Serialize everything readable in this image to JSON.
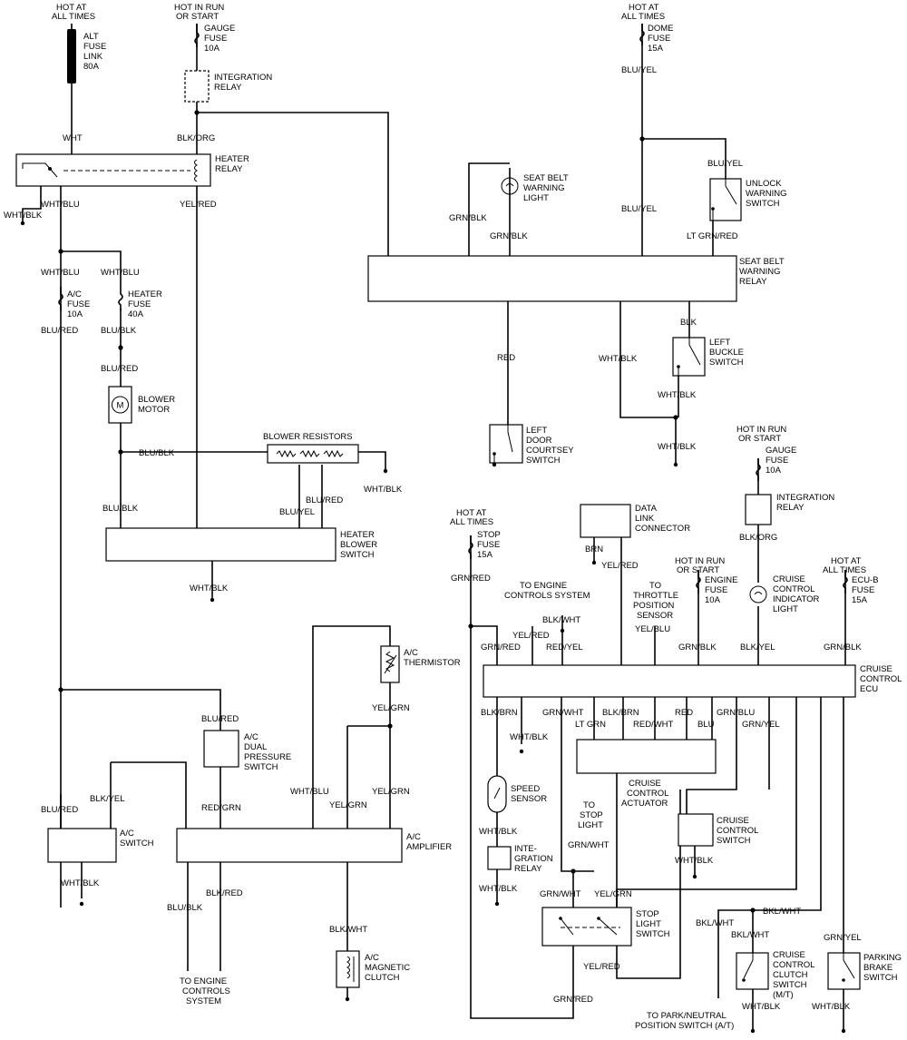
{
  "labels": {
    "hot_all_times_1": [
      "HOT AT",
      "ALL TIMES"
    ],
    "alt_fuse": [
      "ALT",
      "FUSE",
      "LINK",
      "80A"
    ],
    "hot_run_start_1": [
      "HOT IN RUN",
      "OR START"
    ],
    "gauge_fuse_1": [
      "GAUGE",
      "FUSE",
      "10A"
    ],
    "integration_relay_1": [
      "INTEGRATION",
      "RELAY"
    ],
    "hot_all_times_2": [
      "HOT AT",
      "ALL TIMES"
    ],
    "dome_fuse": [
      "DOME",
      "FUSE",
      "15A"
    ],
    "blu_yel_1": "BLU/YEL",
    "wht_1": "WHT",
    "blk_org_1": "BLK/ORG",
    "heater_relay": [
      "HEATER",
      "RELAY"
    ],
    "wht_blk_relay": "WHT/BLK",
    "wht_blu_1": "WHT/BLU",
    "yel_red_1": "YEL/RED",
    "seat_belt_light": [
      "SEAT BELT",
      "WARNING",
      "LIGHT"
    ],
    "grn_blk_1": "GRN/BLK",
    "grn_blk_2": "GRN/BLK",
    "blu_yel_2": "BLU/YEL",
    "blu_yel_3": "BLU/YEL",
    "unlock_switch": [
      "UNLOCK",
      "WARNING",
      "SWITCH"
    ],
    "lt_grn_red": "LT GRN/RED",
    "seat_belt_relay": [
      "SEAT BELT",
      "WARNING",
      "RELAY"
    ],
    "wht_blu_2": "WHT/BLU",
    "wht_blu_3": "WHT/BLU",
    "ac_fuse": [
      "A/C",
      "FUSE",
      "10A"
    ],
    "heater_fuse": [
      "HEATER",
      "FUSE",
      "40A"
    ],
    "blu_red_1": "BLU/RED",
    "blu_blk_1": "BLU/BLK",
    "blu_red_2": "BLU/RED",
    "blower_motor": [
      "BLOWER",
      "MOTOR"
    ],
    "blk_1": "BLK",
    "left_buckle": [
      "LEFT",
      "BUCKLE",
      "SWITCH"
    ],
    "red_1": "RED",
    "wht_blk_1": "WHT/BLK",
    "wht_blk_2": "WHT/BLK",
    "wht_blk_3": "WHT/BLK",
    "left_door": [
      "LEFT",
      "DOOR",
      "COURTSEY",
      "SWITCH"
    ],
    "blower_resistors": "BLOWER RESISTORS",
    "blu_blk_2": "BLU/BLK",
    "wht_blk_4": "WHT/BLK",
    "blu_red_3": "BLU/RED",
    "blu_yel_4": "BLU/YEL",
    "blu_blk_3": "BLU/BLK",
    "heater_blower_switch": [
      "HEATER",
      "BLOWER",
      "SWITCH"
    ],
    "wht_blk_5": "WHT/BLK",
    "hot_run_start_2": [
      "HOT IN RUN",
      "OR START"
    ],
    "gauge_fuse_2": [
      "GAUGE",
      "FUSE",
      "10A"
    ],
    "integration_relay_2": [
      "INTEGRATION",
      "RELAY"
    ],
    "blk_org_2": "BLK/ORG",
    "data_link": [
      "DATA",
      "LINK",
      "CONNECTOR"
    ],
    "hot_all_times_3": [
      "HOT AT",
      "ALL TIMES"
    ],
    "stop_fuse": [
      "STOP",
      "FUSE",
      "15A"
    ],
    "brn": "BRN",
    "yel_red_2": "YEL/RED",
    "grn_red_1": "GRN/RED",
    "to_engine_1": [
      "TO ENGINE",
      "CONTROLS SYSTEM"
    ],
    "to_throttle": [
      "TO",
      "THROTTLE",
      "POSITION",
      "SENSOR"
    ],
    "hot_run_start_3": [
      "HOT IN RUN",
      "OR START"
    ],
    "engine_fuse": [
      "ENGINE",
      "FUSE",
      "10A"
    ],
    "cruise_indicator": [
      "CRUISE",
      "CONTROL",
      "INDICATOR",
      "LIGHT"
    ],
    "hot_all_times_4": [
      "HOT AT",
      "ALL TIMES"
    ],
    "ecu_b_fuse": [
      "ECU-B",
      "FUSE",
      "15A"
    ],
    "blk_wht_1": "BLK/WHT",
    "yel_red_3": "YEL/RED",
    "red_yel": "RED/YEL",
    "yel_blu": "YEL/BLU",
    "grn_red_2": "GRN/RED",
    "grn_blk_3": "GRN/BLK",
    "blk_yel_1": "BLK/YEL",
    "grn_blk_4": "GRN/BLK",
    "cruise_ecu": [
      "CRUISE",
      "CONTROL",
      "ECU"
    ],
    "ac_thermistor": [
      "A/C",
      "THERMISTOR"
    ],
    "blu_red_4": "BLU/RED",
    "yel_grn_1": "YEL/GRN",
    "ac_dual": [
      "A/C",
      "DUAL",
      "PRESSURE",
      "SWITCH"
    ],
    "blk_brn_1": "BLK/BRN",
    "grn_wht_1": "GRN/WHT",
    "lt_grn": "LT GRN",
    "blk_brn_2": "BLK/BRN",
    "red_wht": "RED/WHT",
    "red_2": "RED",
    "blu": "BLU",
    "grn_blu": "GRN/BLU",
    "grn_yel_1": "GRN/YEL",
    "wht_blk_6": "WHT/BLK",
    "speed_sensor": [
      "SPEED",
      "SENSOR"
    ],
    "cruise_actuator": [
      "CRUISE",
      "CONTROL",
      "ACTUATOR"
    ],
    "to_stop_light": [
      "TO",
      "STOP",
      "LIGHT"
    ],
    "cruise_switch": [
      "CRUISE",
      "CONTROL",
      "SWITCH"
    ],
    "blk_yel_2": "BLK/YEL",
    "wht_blu_4": "WHT/BLU",
    "yel_grn_2": "YEL/GRN",
    "red_grn": "RED/GRN",
    "yel_grn_3": "YEL/GRN",
    "blu_red_5": "BLU/RED",
    "ac_switch": [
      "A/C",
      "SWITCH"
    ],
    "ac_amplifier": [
      "A/C",
      "AMPLIFIER"
    ],
    "wht_blk_7": "WHT/BLK",
    "grn_wht_2": "GRN/WHT",
    "wht_blk_8": "WHT/BLK",
    "integration_relay_3": [
      "INTE-",
      "GRATION",
      "RELAY"
    ],
    "wht_blk_9": "WHT/BLK",
    "wht_blk_10": "WHT/BLK",
    "blu_blk_4": "BLU/BLK",
    "blk_red": "BLK/RED",
    "grn_wht_3": "GRN/WHT",
    "yel_grn_4": "YEL/GRN",
    "stop_light_switch": [
      "STOP",
      "LIGHT",
      "SWITCH"
    ],
    "bkl_wht_1": "BKL/WHT",
    "bkl_wht_2": "BKL/WHT",
    "bkl_wht_3": "BKL/WHT",
    "blk_wht_2": "BLK/WHT",
    "grn_yel_2": "GRN/YEL",
    "ac_clutch": [
      "A/C",
      "MAGNETIC",
      "CLUTCH"
    ],
    "cruise_clutch": [
      "CRUISE",
      "CONTROL",
      "CLUTCH",
      "SWITCH",
      "(M/T)"
    ],
    "parking_brake": [
      "PARKING",
      "BRAKE",
      "SWITCH"
    ],
    "yel_red_4": "YEL/RED",
    "to_engine_2": [
      "TO ENGINE",
      "CONTROLS",
      "SYSTEM"
    ],
    "grn_red_3": "GRN/RED",
    "wht_blk_11": "WHT/BLK",
    "wht_blk_12": "WHT/BLK",
    "to_park": [
      "TO PARK/NEUTRAL",
      "POSITION SWITCH (A/T)"
    ]
  }
}
